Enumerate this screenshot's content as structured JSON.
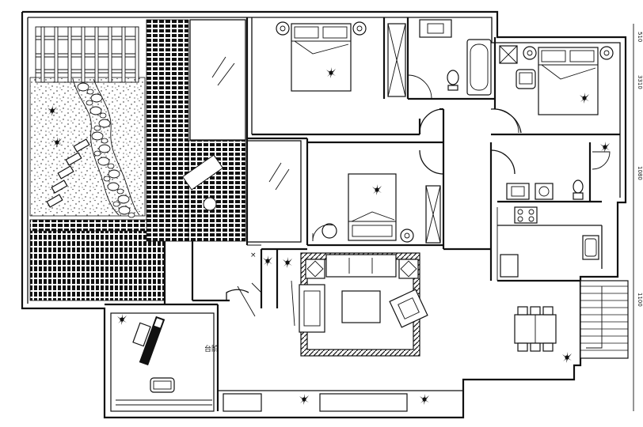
{
  "labels": {
    "platform": "台阶"
  },
  "dimensions": [
    "510",
    "3310",
    "1080",
    "1100"
  ],
  "colors": {
    "line": "#111111",
    "background": "#ffffff"
  }
}
